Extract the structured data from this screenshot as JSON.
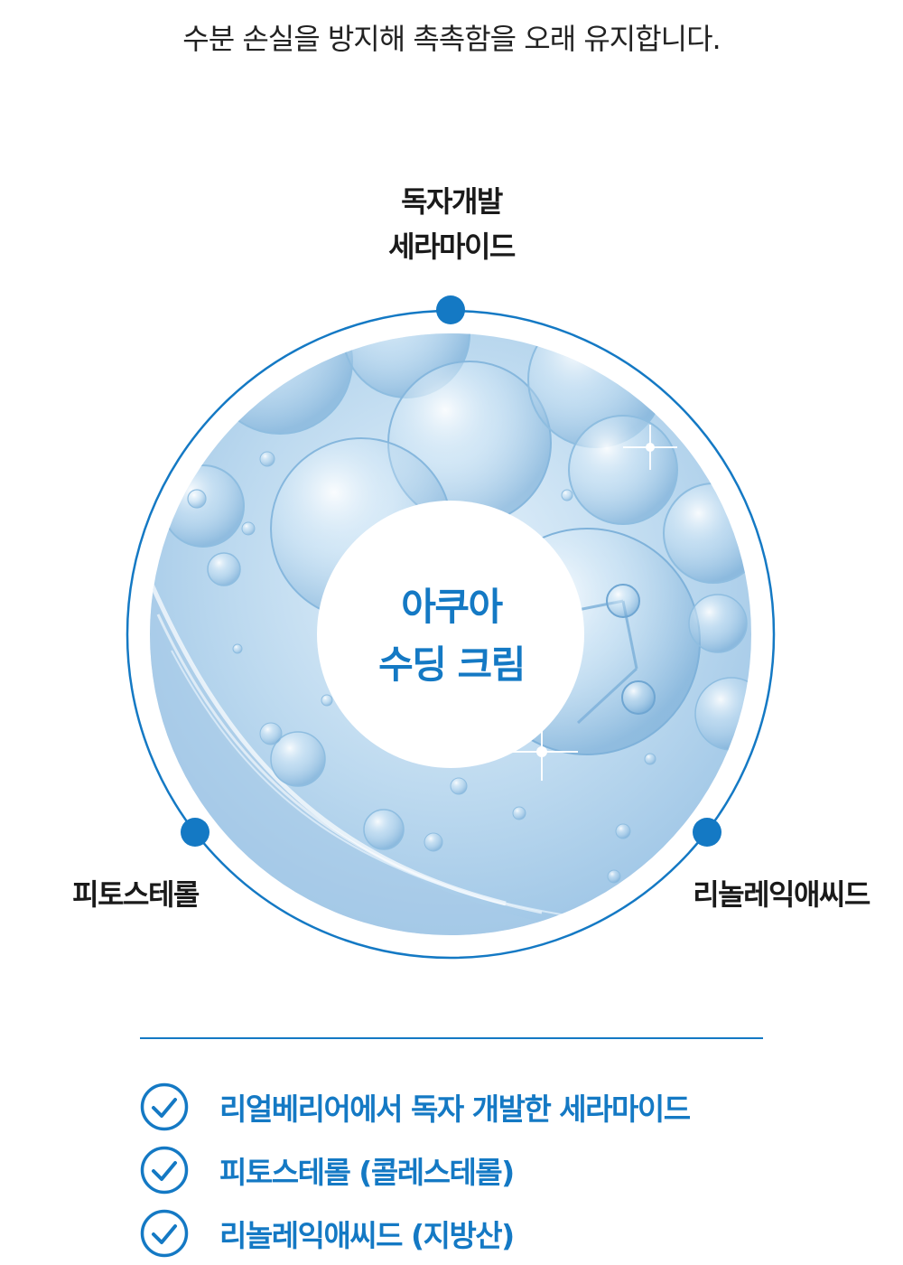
{
  "intro": {
    "text": "수분 손실을 방지해 촉촉함을 오래 유지합니다."
  },
  "diagram": {
    "center": {
      "line1": "아쿠아",
      "line2": "수딩 크림"
    },
    "nodes": {
      "top": {
        "line1": "독자개발",
        "line2": "세라마이드"
      },
      "left": {
        "label": "피토스테롤"
      },
      "right": {
        "label": "리놀레익애씨드"
      }
    },
    "colors": {
      "accent": "#1479c4",
      "ring": "#1479c4",
      "photo_light": "#d9ebf8",
      "photo_mid": "#a9cde9"
    }
  },
  "features": [
    {
      "text": "리얼베리어에서 독자 개발한 세라마이드",
      "icon": "check-circle-icon"
    },
    {
      "text": "피토스테롤 (콜레스테롤)",
      "icon": "check-circle-icon"
    },
    {
      "text": "리놀레익애씨드 (지방산)",
      "icon": "check-circle-icon"
    }
  ]
}
